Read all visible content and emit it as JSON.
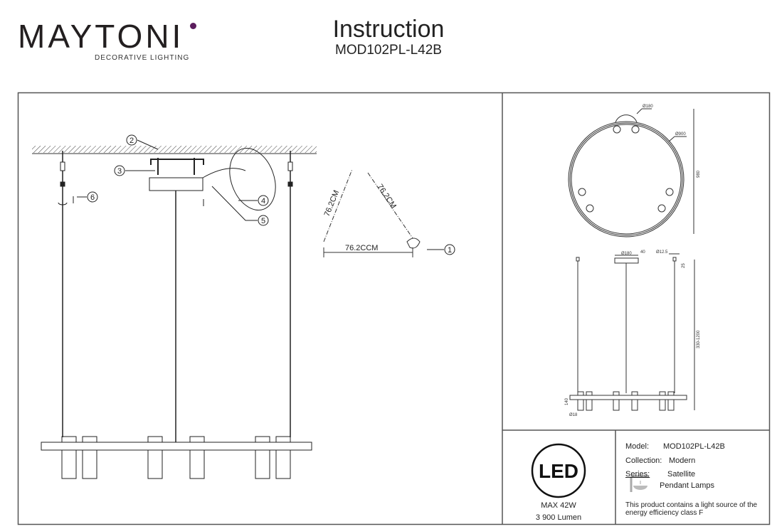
{
  "header": {
    "brand": "MAYTONI",
    "tagline": "DECORATIVE LIGHTING",
    "title": "Instruction",
    "model_code": "MOD102PL-L42B"
  },
  "diagram": {
    "callouts": [
      "1",
      "2",
      "3",
      "4",
      "5",
      "6"
    ],
    "triangle_side_left": "76.2CM",
    "triangle_side_right": "76.2CM",
    "triangle_base": "76.2CCM",
    "dim_canopy_top": "Ø180",
    "dim_ring": "Ø900",
    "dim_height_top": "980",
    "dim_canopy": "Ø180",
    "dim_canopy_h": "40",
    "dim_cable": "Ø12.5",
    "dim_cap": "25",
    "dim_length": "330-1200",
    "dim_tube_h": "140",
    "dim_tube_d": "Ø18"
  },
  "specs": {
    "led_label": "LED",
    "power": "MAX 42W",
    "lumen": "3 900 Lumen",
    "model_label": "Model:",
    "model_value": "MOD102PL-L42B",
    "collection_label": "Collection:",
    "collection_value": "Modern",
    "series_label": "Series:",
    "series_value": "Satellite",
    "type": "Pendant Lamps",
    "energy_note_1": "This product contains a light source of the",
    "energy_note_2": "energy efficiency class F"
  }
}
